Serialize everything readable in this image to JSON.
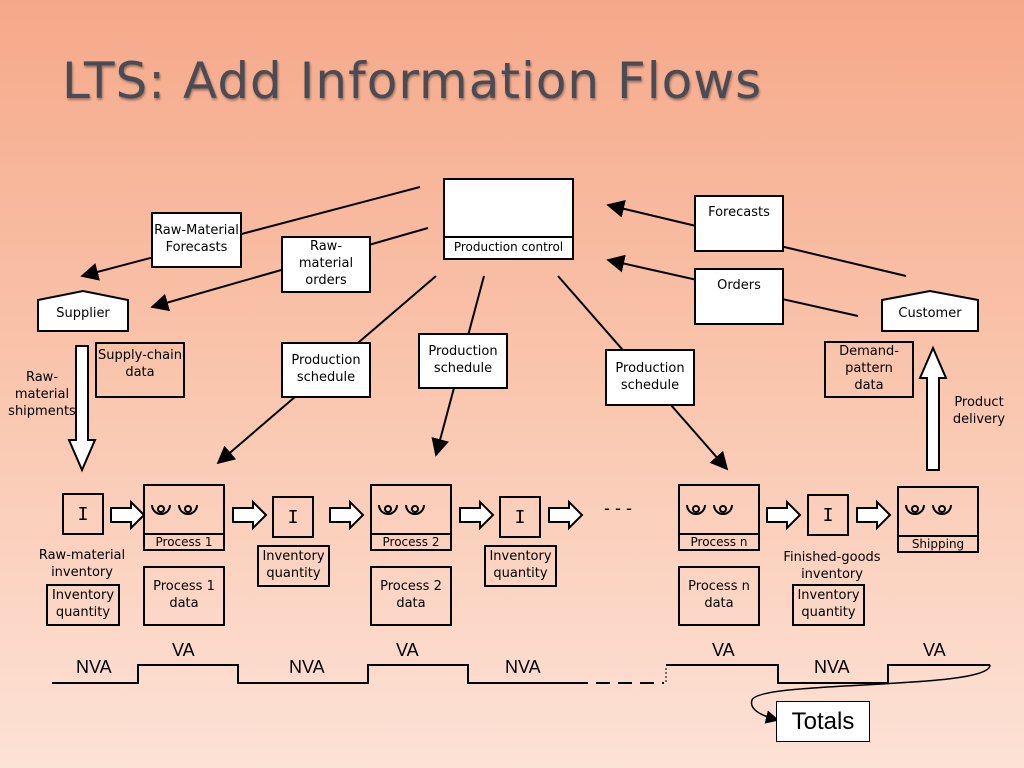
{
  "title": "LTS: Add Information Flows",
  "production_control": "Production control",
  "supplier": "Supplier",
  "customer": "Customer",
  "raw_material_forecasts": "Raw-Material\nForecasts",
  "raw_material_orders": "Raw-material\norders",
  "forecasts": "Forecasts",
  "orders": "Orders",
  "supply_chain_data": "Supply-chain\ndata",
  "demand_pattern_data": "Demand-\npattern\ndata",
  "raw_material_shipments": "Raw-\nmaterial\nshipments",
  "product_delivery": "Product\ndelivery",
  "production_schedule": "Production\nschedule",
  "inventory_symbol": "I",
  "processes": [
    {
      "label": "Process 1",
      "data": "Process 1\ndata"
    },
    {
      "label": "Process 2",
      "data": "Process 2\ndata"
    },
    {
      "label": "Process n",
      "data": "Process n\ndata"
    },
    {
      "label": "Shipping"
    }
  ],
  "inventory_quantity": "Inventory\nquantity",
  "raw_material_inventory": "Raw-material\ninventory",
  "finished_goods_inventory": "Finished-goods\ninventory",
  "ellipsis": "- - -",
  "va": "VA",
  "nva": "NVA",
  "totals": "Totals"
}
